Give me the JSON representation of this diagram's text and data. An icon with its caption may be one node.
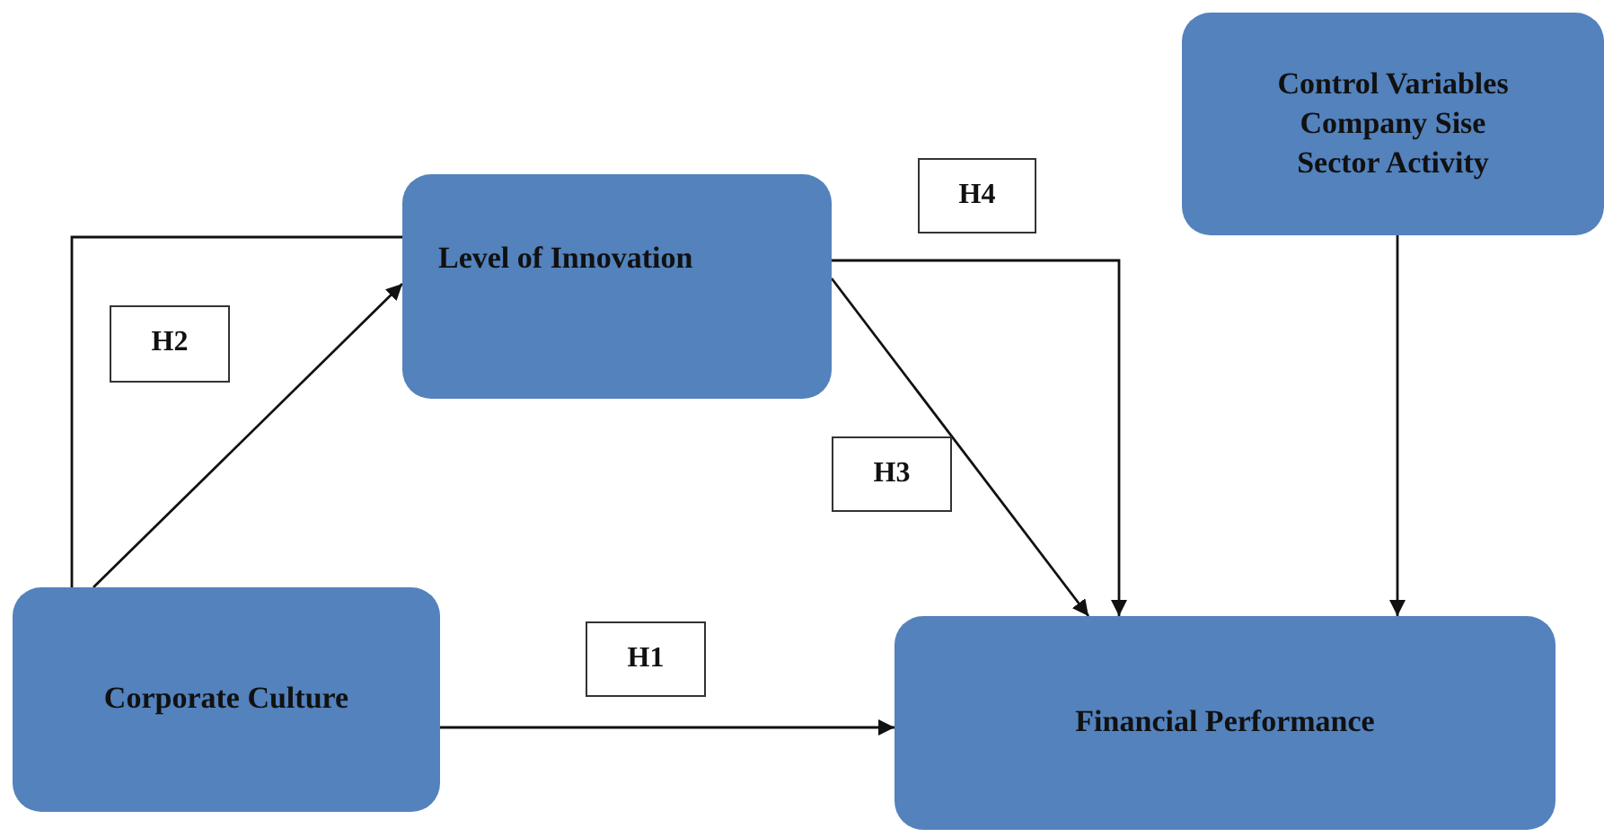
{
  "diagram": {
    "nodes": [
      {
        "text": [
          "Level of Innovation"
        ]
      },
      {
        "text": [
          "H4"
        ]
      },
      {
        "text": [
          "Control Variables",
          "Company Sise",
          "Sector Activity"
        ]
      },
      {
        "text": [
          "H2"
        ]
      },
      {
        "text": [
          "H3"
        ]
      },
      {
        "text": [
          "Corporate Culture"
        ]
      },
      {
        "text": [
          "H1"
        ]
      },
      {
        "text": [
          "Financial Performance"
        ]
      }
    ],
    "edges": [
      {
        "from": 5,
        "to": 0,
        "arrow": "to"
      },
      {
        "from": 5,
        "to": 0,
        "arrow": "none"
      },
      {
        "from": 0,
        "to": 7,
        "arrow": "to"
      },
      {
        "from": 0,
        "to": 7,
        "arrow": "to"
      },
      {
        "from": 2,
        "to": 7,
        "arrow": "to"
      },
      {
        "from": 5,
        "to": 7,
        "arrow": "to"
      }
    ]
  }
}
